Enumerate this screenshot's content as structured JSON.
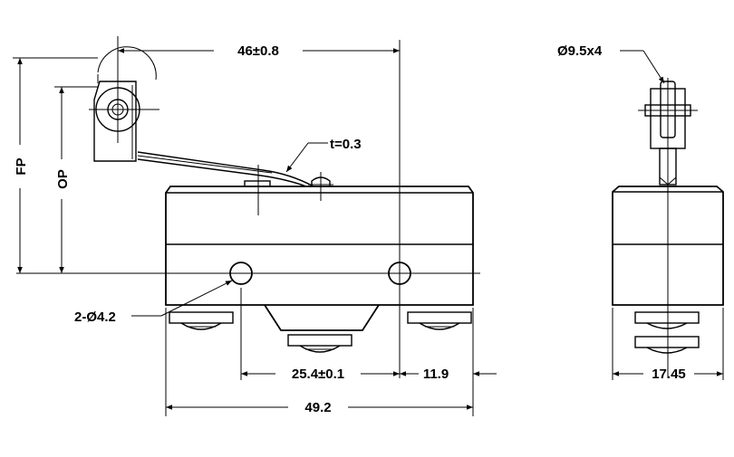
{
  "dimensions": {
    "top_length": "46±0.8",
    "thickness": "t=0.3",
    "fp": "FP",
    "op": "OP",
    "mount_holes": "2-Ø4.2",
    "hole_spacing": "25.4±0.1",
    "terminal_offset": "11.9",
    "overall_length": "49.2",
    "roller": "Ø9.5x4",
    "width": "17.45"
  }
}
